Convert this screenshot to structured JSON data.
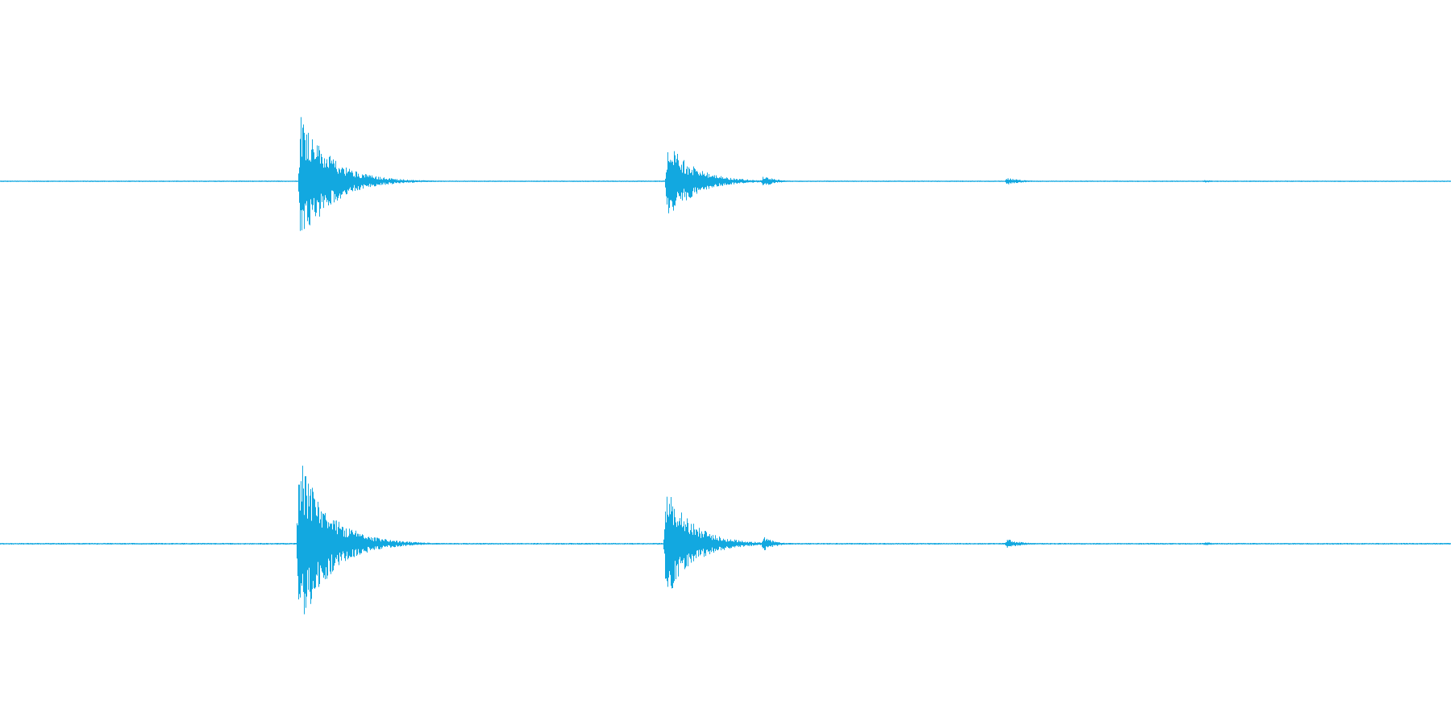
{
  "colors": {
    "background": "#ffffff",
    "waveform": "#12a8e0"
  },
  "channels": [
    {
      "name": "",
      "transients": [
        {
          "time": 0.207,
          "amp_up": 0.96,
          "amp_down": 0.96,
          "decay": 0.02
        },
        {
          "time": 0.46,
          "amp_up": 0.55,
          "amp_down": 0.55,
          "decay": 0.018
        },
        {
          "time": 0.526,
          "amp_up": 0.08,
          "amp_down": 0.08,
          "decay": 0.008
        },
        {
          "time": 0.694,
          "amp_up": 0.05,
          "amp_down": 0.05,
          "decay": 0.01
        },
        {
          "time": 0.83,
          "amp_up": 0.02,
          "amp_down": 0.02,
          "decay": 0.008
        }
      ]
    },
    {
      "name": "",
      "transients": [
        {
          "time": 0.206,
          "amp_up": 1.0,
          "amp_down": 1.0,
          "decay": 0.02
        },
        {
          "time": 0.459,
          "amp_up": 0.62,
          "amp_down": 0.62,
          "decay": 0.018
        },
        {
          "time": 0.526,
          "amp_up": 0.08,
          "amp_down": 0.08,
          "decay": 0.008
        },
        {
          "time": 0.694,
          "amp_up": 0.05,
          "amp_down": 0.05,
          "decay": 0.01
        },
        {
          "time": 0.83,
          "amp_up": 0.02,
          "amp_down": 0.02,
          "decay": 0.008
        }
      ]
    }
  ],
  "noise_floor": 0.006
}
